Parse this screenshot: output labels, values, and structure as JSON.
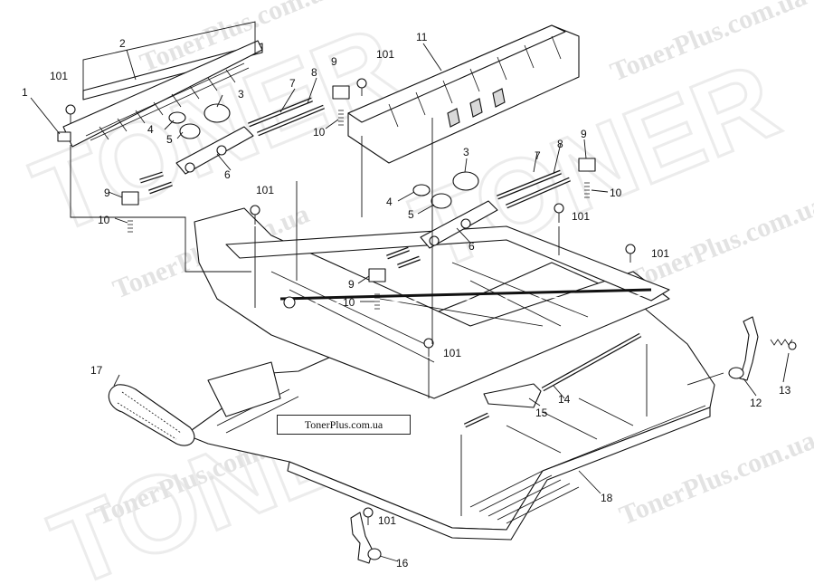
{
  "watermark": {
    "text": "TonerPlus.com.ua",
    "brand": "TONER"
  },
  "site_label": "TonerPlus.com.ua",
  "callouts": {
    "c1": "1",
    "c2": "2",
    "c3a": "3",
    "c3b": "3",
    "c4a": "4",
    "c4b": "4",
    "c5a": "5",
    "c5b": "5",
    "c6a": "6",
    "c6b": "6",
    "c7a": "7",
    "c7b": "7",
    "c8a": "8",
    "c8b": "8",
    "c9a": "9",
    "c9b": "9",
    "c9c": "9",
    "c9d": "9",
    "c10a": "10",
    "c10b": "10",
    "c10c": "10",
    "c10d": "10",
    "c11": "11",
    "c12": "12",
    "c13": "13",
    "c14": "14",
    "c15": "15",
    "c16": "16",
    "c17": "17",
    "c18": "18",
    "c101a": "101",
    "c101b": "101",
    "c101c": "101",
    "c101d": "101",
    "c101e": "101",
    "c101f": "101",
    "c101g": "101"
  },
  "colors": {
    "line": "#111111",
    "watermark": "#e3e3e3"
  }
}
